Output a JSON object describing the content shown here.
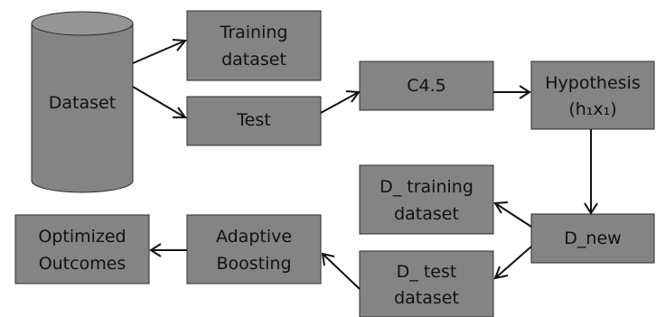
{
  "diagram": {
    "nodes": {
      "dataset": {
        "label": "Dataset"
      },
      "training_dataset": {
        "line1": "Training",
        "line2": "dataset"
      },
      "test": {
        "label": "Test"
      },
      "c45": {
        "label": "C4.5"
      },
      "hypothesis": {
        "line1": "Hypothesis",
        "line2": "(h₁x₁)"
      },
      "d_new": {
        "label": "D_new"
      },
      "d_training_dataset": {
        "line1": "D_ training",
        "line2": "dataset"
      },
      "d_test_dataset": {
        "line1": "D_ test",
        "line2": "dataset"
      },
      "adaptive_boosting": {
        "line1": "Adaptive",
        "line2": "Boosting"
      },
      "optimized_outcomes": {
        "line1": "Optimized",
        "line2": "Outcomes"
      }
    },
    "edges": [
      {
        "from": "dataset",
        "to": "training_dataset"
      },
      {
        "from": "dataset",
        "to": "test"
      },
      {
        "from": "test",
        "to": "c45"
      },
      {
        "from": "c45",
        "to": "hypothesis"
      },
      {
        "from": "hypothesis",
        "to": "d_new"
      },
      {
        "from": "d_new",
        "to": "d_training_dataset"
      },
      {
        "from": "d_new",
        "to": "d_test_dataset"
      },
      {
        "from": "d_test_dataset",
        "to": "adaptive_boosting"
      },
      {
        "from": "adaptive_boosting",
        "to": "optimized_outcomes"
      }
    ],
    "colors": {
      "box_fill": "#848484",
      "box_stroke": "#2b2b2b",
      "text": "#111111",
      "arrow": "#111111"
    }
  }
}
